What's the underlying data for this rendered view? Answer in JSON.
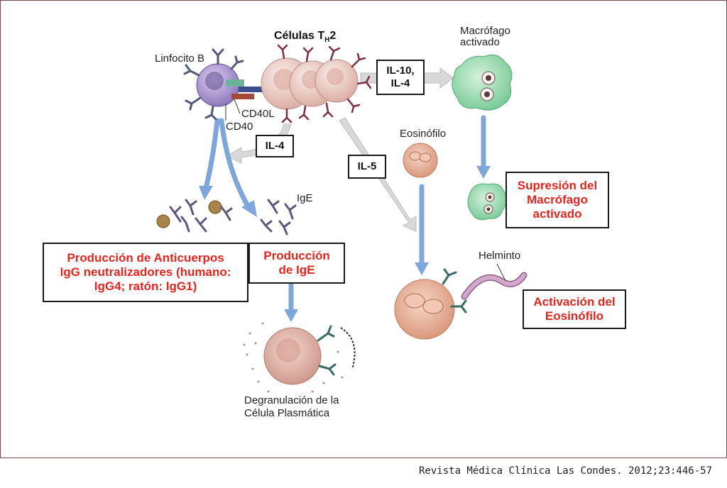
{
  "labels": {
    "th2_main": "Células T",
    "th2_sub": "H",
    "th2_suffix": "2",
    "linfocito_b": "Linfocito B",
    "cd40l": "CD40L",
    "cd40": "CD40",
    "macrofago_activado": "Macrófago\nactivado",
    "eosinofilo": "Eosinófilo",
    "ige": "IgE",
    "helminto": "Helminto",
    "degranulacion": "Degranulación de la\nCélula Plasmática"
  },
  "boxes": {
    "il10_il4": "IL-10,\nIL-4",
    "il4": "IL-4",
    "il5": "IL-5",
    "supresion": "Supresión del\nMacrófago\nactivado",
    "produccion_igg": "Producción de Anticuerpos\nIgG neutralizadores (humano:\nIgG4; ratón: IgG1)",
    "produccion_ige": "Producción\nde IgE",
    "activacion_eos": "Activación del\nEosinófilo"
  },
  "citation": "Revista Médica Clínica Las Condes. 2012;23:446-57",
  "colors": {
    "red_text": "#e0261f",
    "blue_arrow": "#7ea6d9",
    "gray_arrow": "#cfcfcf",
    "macrophage": "#8fd6a8",
    "eosinophil": "#e2a487",
    "b_cell": "#9b86c4",
    "th2_cell": "#ecc9c0",
    "antibody": "#5b5a7a"
  }
}
